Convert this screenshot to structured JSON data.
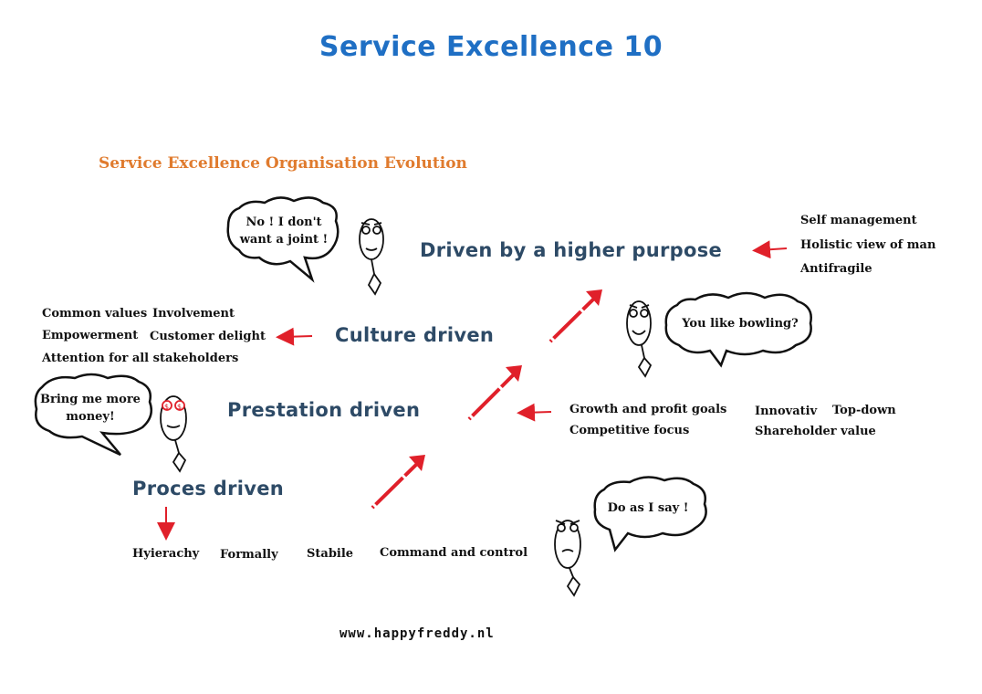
{
  "title": "Service Excellence 10",
  "subtitle": "Service Excellence Organisation Evolution",
  "stages": {
    "higher_purpose": "Driven by a higher purpose",
    "culture": "Culture driven",
    "prestation": "Prestation driven",
    "proces": "Proces driven"
  },
  "higher_purpose_notes": [
    "Self management",
    "Holistic view of man",
    "Antifragile"
  ],
  "culture_notes": {
    "common_values": "Common values",
    "involvement": "Involvement",
    "empowerment": "Empowerment",
    "customer_delight": "Customer delight",
    "attention": "Attention for all stakeholders"
  },
  "prestation_notes": {
    "growth": "Growth and profit goals",
    "competitive": "Competitive focus",
    "innovativ": "Innovativ",
    "top_down": "Top-down",
    "shareholder": "Shareholder value"
  },
  "proces_notes": {
    "hyierachy": "Hyierachy",
    "formally": "Formally",
    "stabile": "Stabile",
    "command": "Command and control"
  },
  "bubbles": {
    "joint": "No ! I don't want a joint !",
    "bowling": "You like bowling?",
    "money": "Bring me more money!",
    "say": "Do as I say !"
  },
  "footer": "www.happyfreddy.nl",
  "colors": {
    "title": "#1f6fc4",
    "subtitle": "#e07b2e",
    "stage": "#2d4a66",
    "arrow": "#e0202a"
  }
}
